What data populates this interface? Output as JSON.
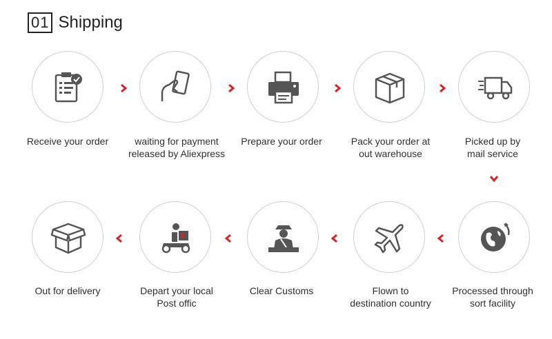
{
  "header": {
    "number": "01",
    "title": "Shipping"
  },
  "steps": [
    {
      "line1": "Receive your order",
      "line2": "",
      "icon": "clipboard-check-icon"
    },
    {
      "line1": "waiting for payment",
      "line2": "released by Aliexpress",
      "icon": "hand-card-icon"
    },
    {
      "line1": "Prepare your order",
      "line2": "",
      "icon": "printer-icon"
    },
    {
      "line1": "Pack your order at",
      "line2": "out warehouse",
      "icon": "box-icon"
    },
    {
      "line1": "Picked up by",
      "line2": "mail service",
      "icon": "truck-icon"
    },
    {
      "line1": "Processed through",
      "line2": "sort facility",
      "icon": "globe-icon"
    },
    {
      "line1": "Flown to",
      "line2": "destination country",
      "icon": "airplane-icon"
    },
    {
      "line1": "Clear Customs",
      "line2": "",
      "icon": "customs-officer-icon"
    },
    {
      "line1": "Depart your local",
      "line2": "Post offic",
      "icon": "delivery-scooter-icon"
    },
    {
      "line1": "Out  for delivery",
      "line2": "",
      "icon": "open-box-icon"
    }
  ],
  "colors": {
    "arrow": "#d8232a",
    "icon": "#555555",
    "accent": "#d8232a",
    "circle": "#cfcfcf"
  }
}
